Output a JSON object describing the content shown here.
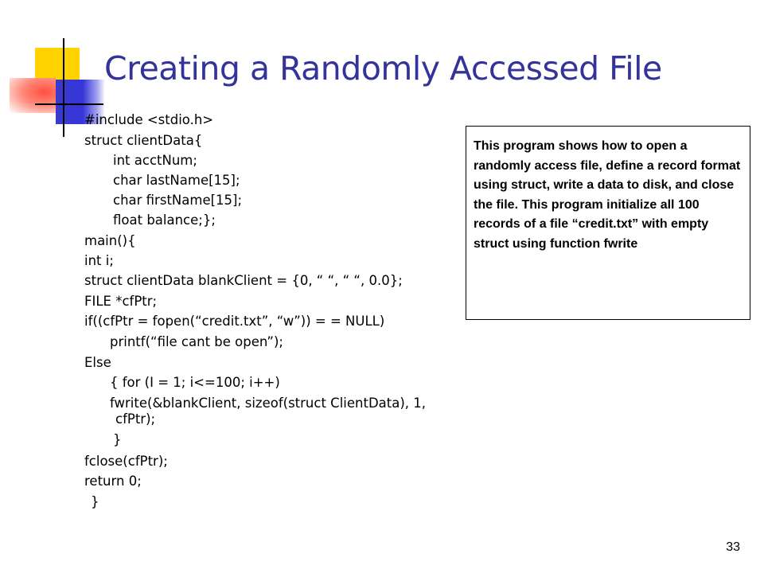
{
  "slide": {
    "title": "Creating a Randomly Accessed File",
    "code_lines": [
      "#include <stdio.h>",
      "struct clientData{",
      "int acctNum;",
      "char lastName[15];",
      "char firstName[15];",
      "float balance;};",
      "main(){",
      "int i;",
      "struct clientData blankClient = {0, “ “, “ “, 0.0};",
      "FILE *cfPtr;",
      "if((cfPtr = fopen(“credit.txt”, “w”)) = = NULL)",
      "printf(“file cant be open”);",
      "Else",
      "{ for (I = 1; i<=100; i++)",
      "fwrite(&blankClient, sizeof(struct ClientData), 1,",
      "cfPtr);",
      "}",
      "fclose(cfPtr);",
      "return 0;",
      "}"
    ],
    "note": "This program shows how to open a randomly access file, define a record format using struct, write a data to disk, and close the file. This program initialize all 100 records of a file “credit.txt” with empty struct using function fwrite",
    "page_number": "33"
  },
  "colors": {
    "title": "#33339a",
    "accent_yellow": "#ffd200",
    "accent_red": "#ff5040",
    "accent_blue": "#3535d8"
  }
}
